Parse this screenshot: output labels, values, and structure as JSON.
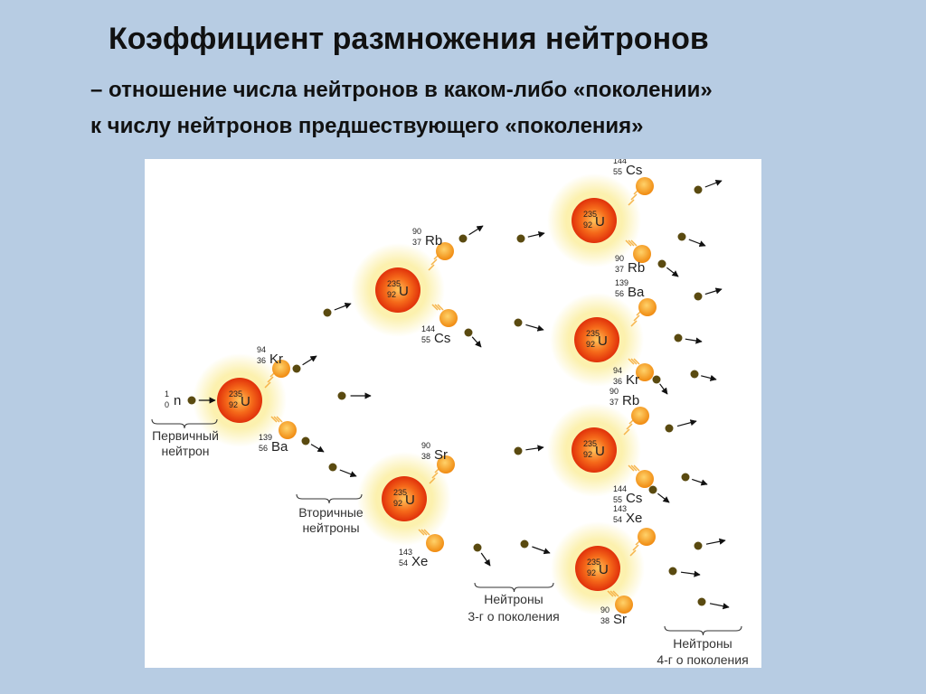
{
  "title": "Коэффициент размножения нейтронов",
  "subtitle_line1": "– отношение числа нейтронов в каком-либо «поколении»",
  "subtitle_line2": "к числу нейтронов  предшествующего «поколения»",
  "diagram": {
    "nucleus_symbol": "U",
    "nucleus_mass": "235",
    "nucleus_charge": "92",
    "primary_neutron": {
      "symbol": "n",
      "mass": "1",
      "charge": "0"
    },
    "fragments": {
      "Kr": {
        "symbol": "Kr",
        "mass": "94",
        "charge": "36"
      },
      "Ba": {
        "symbol": "Ba",
        "mass": "139",
        "charge": "56"
      },
      "Rb": {
        "symbol": "Rb",
        "mass": "90",
        "charge": "37"
      },
      "Cs": {
        "symbol": "Cs",
        "mass": "144",
        "charge": "55"
      },
      "Sr": {
        "symbol": "Sr",
        "mass": "90",
        "charge": "38"
      },
      "Xe": {
        "symbol": "Xe",
        "mass": "143",
        "charge": "54"
      }
    },
    "captions": {
      "primary_line1": "Первичный",
      "primary_line2": "нейтрон",
      "secondary_line1": "Вторичные",
      "secondary_line2": "нейтроны",
      "third_line1": "Нейтроны",
      "third_line2": "3-г о поколения",
      "fourth_line1": "Нейтроны",
      "fourth_line2": "4-г о поколения"
    },
    "colors": {
      "glow": "#fbeea0",
      "nucleus": "#ee3d0c",
      "nucleus_core": "#ffb24a",
      "fragment": "#f7a21a",
      "neutron": "#5a4a10"
    }
  }
}
